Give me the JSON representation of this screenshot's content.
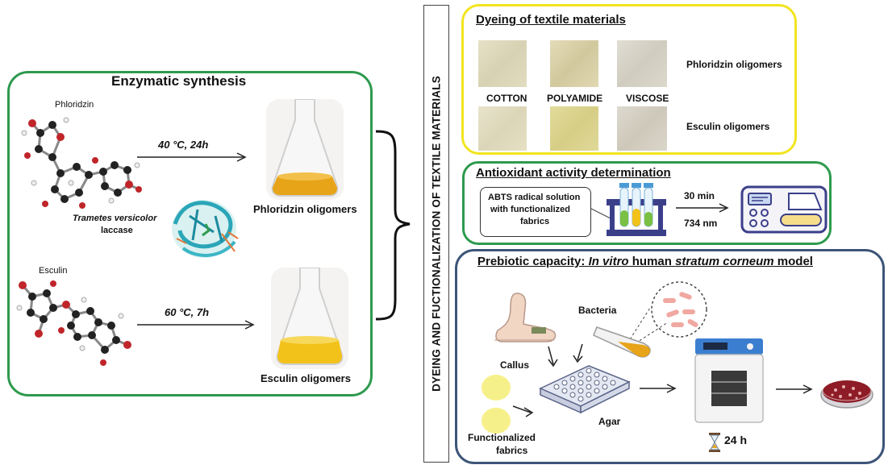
{
  "enzymatic": {
    "title": "Enzymatic synthesis",
    "phloridzin_label": "Phloridzin",
    "esculin_label": "Esculin",
    "condition_top": "40 °C, 24h",
    "condition_bottom": "60 °C, 7h",
    "enzyme_line1": "Trametes versicolor",
    "enzyme_line2": "laccase",
    "product_top": "Phloridzin oligomers",
    "product_bottom": "Esculin oligomers"
  },
  "vertical_title": "DYEING AND FUCTIONALIZATION OF TEXTILE MATERIALS",
  "dyeing": {
    "title": "Dyeing of textile materials",
    "fabrics": [
      "COTTON",
      "POLYAMIDE",
      "VISCOSE"
    ],
    "row_top": "Phloridzin oligomers",
    "row_bottom": "Esculin oligomers"
  },
  "antioxidant": {
    "title": "Antioxidant activity determination",
    "box_line1": "ABTS radical solution",
    "box_line2": "with functionalized",
    "box_line3": "fabrics",
    "time": "30 min",
    "wavelength": "734 nm"
  },
  "prebiotic": {
    "title_1": "Prebiotic capacity: ",
    "title_2": "In vitro",
    "title_3": " human ",
    "title_4": "stratum corneum",
    "title_5": " model",
    "bacteria": "Bacteria",
    "callus": "Callus",
    "agar": "Agar",
    "fabrics_line1": "Functionalized",
    "fabrics_line2": "fabrics",
    "incubation": "24 h"
  },
  "colors": {
    "green_border": "#2e9a4e",
    "yellow_border": "#f2e41e",
    "blue_border": "#3d5578",
    "solution_yellow": "#f2c21a"
  }
}
